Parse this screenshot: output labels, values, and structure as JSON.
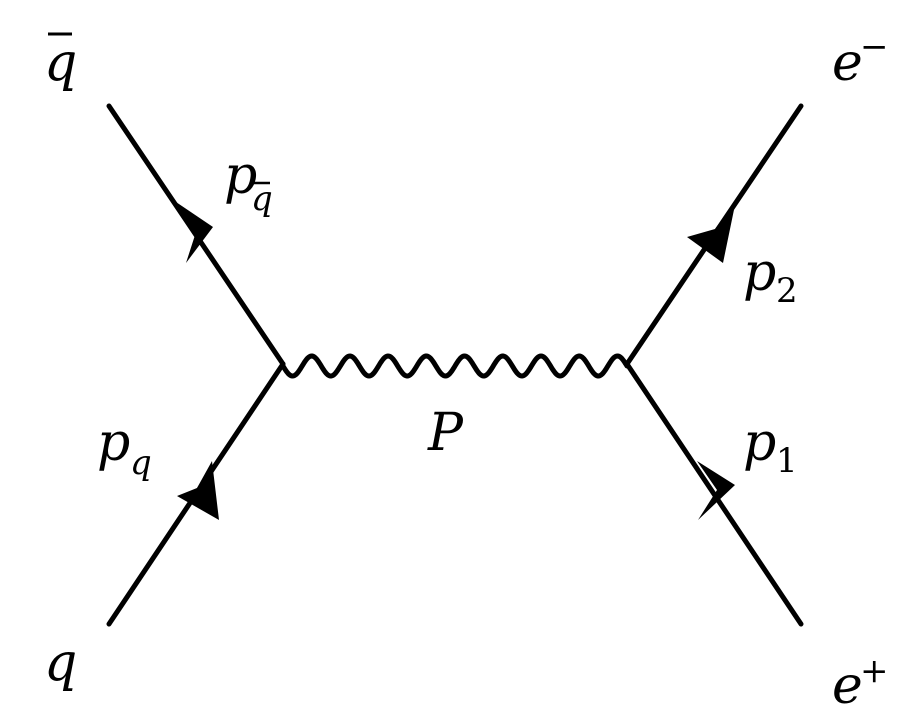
{
  "diagram": {
    "particles": {
      "antiquark": "q",
      "quark": "q",
      "electron": "e",
      "electron_charge": "−",
      "positron": "e",
      "positron_charge": "+"
    },
    "momenta": {
      "p_base": "p",
      "antiquark_sub": "q",
      "quark_sub": "q",
      "electron_sub": "2",
      "positron_sub": "1"
    },
    "propagator": "P"
  }
}
